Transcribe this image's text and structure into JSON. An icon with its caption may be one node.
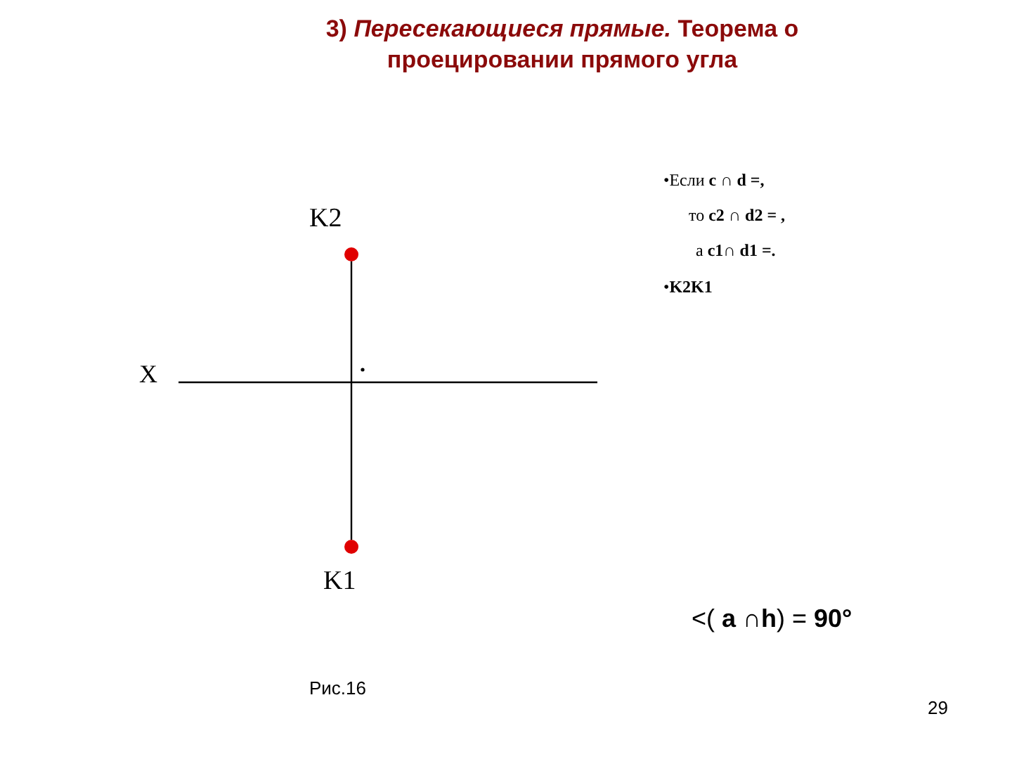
{
  "diagram": {
    "title": "3) *Пересекающиеся прямые.* Теорема о проецировании прямого угла",
    "nodes": [
      {
        "text": [
          "K2"
        ]
      },
      {
        "text": [
          "K1"
        ]
      }
    ],
    "edges": [
      {
        "from": 0,
        "to": 1,
        "arrow": "none"
      }
    ],
    "labels": [
      "X",
      "•Если **c ∩ d =,**",
      "то **c2 ∩ d2 = ,**",
      "а **c1∩ d1 =.**",
      "•**K2K1**",
      "<( **a** ∩**h**) = **90°**",
      "Рис.16",
      "29"
    ]
  }
}
